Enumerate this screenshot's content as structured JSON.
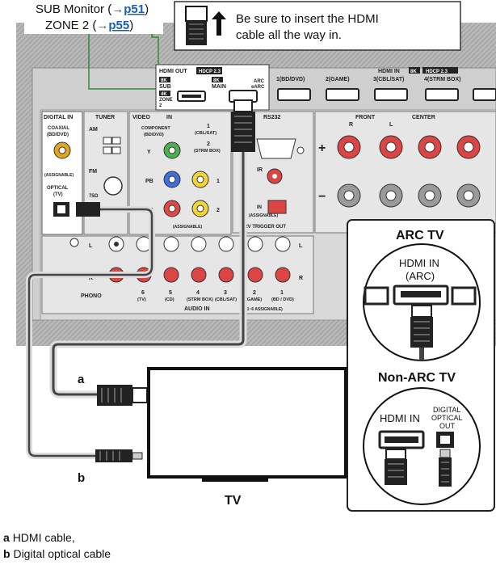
{
  "callout": {
    "sub_monitor": "SUB Monitor (",
    "sub_arrow": "→",
    "sub_link": "p51",
    "sub_close": ")",
    "zone2": "ZONE 2 (",
    "zone2_arrow": "→",
    "zone2_link": "p55",
    "zone2_close": ")"
  },
  "tip": {
    "line1": "Be sure to insert the HDMI",
    "line2": "cable all the way in."
  },
  "panel": {
    "hdmi_out": "HDMI OUT",
    "hdcp_badge": "HDCP 2.3",
    "k8_a": "8K",
    "sub": "SUB",
    "k4": "4K",
    "zone": "ZONE",
    "zone_num": "2",
    "k8_b": "8K",
    "main": "MAIN",
    "arc": "ARC",
    "earc": "eARC",
    "hdmi_in": "HDMI IN",
    "hdmi_in_8k": "8K",
    "hdmi_in_hdcp": "HDCP 2.3",
    "in1": "1(BD/DVD)",
    "in2": "2(GAME)",
    "in3": "3(CBL/SAT)",
    "in4": "4(STRM BOX)",
    "digital_in": "DIGITAL IN",
    "coaxial": "COAXIAL",
    "coaxial_sub": "(BD/DVD)",
    "assignable_a": "(ASSIGNABLE)",
    "optical": "OPTICAL",
    "optical_sub": "(TV)",
    "tuner": "TUNER",
    "am": "AM",
    "fm": "FM",
    "ohm": "75Ω",
    "video": "VIDEO",
    "in_lbl": "IN",
    "component": "COMPONENT",
    "component_sub": "(BD/DVD)",
    "y": "Y",
    "pb": "PB",
    "pr": "PR",
    "v1": "1",
    "v1_sub": "(CBL/SAT)",
    "v2": "2",
    "v2_sub": "(STRM BOX)",
    "vc1": "1",
    "vc2": "2",
    "assignable_b": "(ASSIGNABLE)",
    "rs232": "RS232",
    "ir": "IR",
    "ir_in": "IN",
    "assignable_c": "(ASSIGNABLE)",
    "trigger": "12V TRIGGER OUT",
    "front": "FRONT",
    "center": "CENTER",
    "r": "R",
    "l": "L",
    "plus": "+",
    "minus": "−",
    "phono": "PHONO",
    "audio_in": "AUDIO IN",
    "a6": "6",
    "a6_sub": "(TV)",
    "a5": "5",
    "a5_sub": "(CD)",
    "a4": "4",
    "a4_sub": "(STRM BOX)",
    "a3": "3",
    "a3_sub": "(CBL/SAT)",
    "a2": "2",
    "a2_sub": "(GAME)",
    "a1": "1",
    "a1_sub": "(BD / DVD)",
    "a_range": "(1~6 ASSIGNABLE)",
    "pl": "L",
    "pr2": "R",
    "al": "L",
    "ar": "R"
  },
  "labels": {
    "a": "a",
    "b": "b",
    "tv": "TV"
  },
  "arc_box": {
    "title": "ARC TV",
    "hdmi_in": "HDMI IN",
    "arc": "(ARC)",
    "title2": "Non-ARC TV",
    "hdmi_in2": "HDMI IN",
    "digital": "DIGITAL",
    "optical": "OPTICAL",
    "out": "OUT"
  },
  "legend": {
    "a_key": "a",
    "a_text": "HDMI cable,",
    "b_key": "b",
    "b_text": "Digital optical cable"
  }
}
